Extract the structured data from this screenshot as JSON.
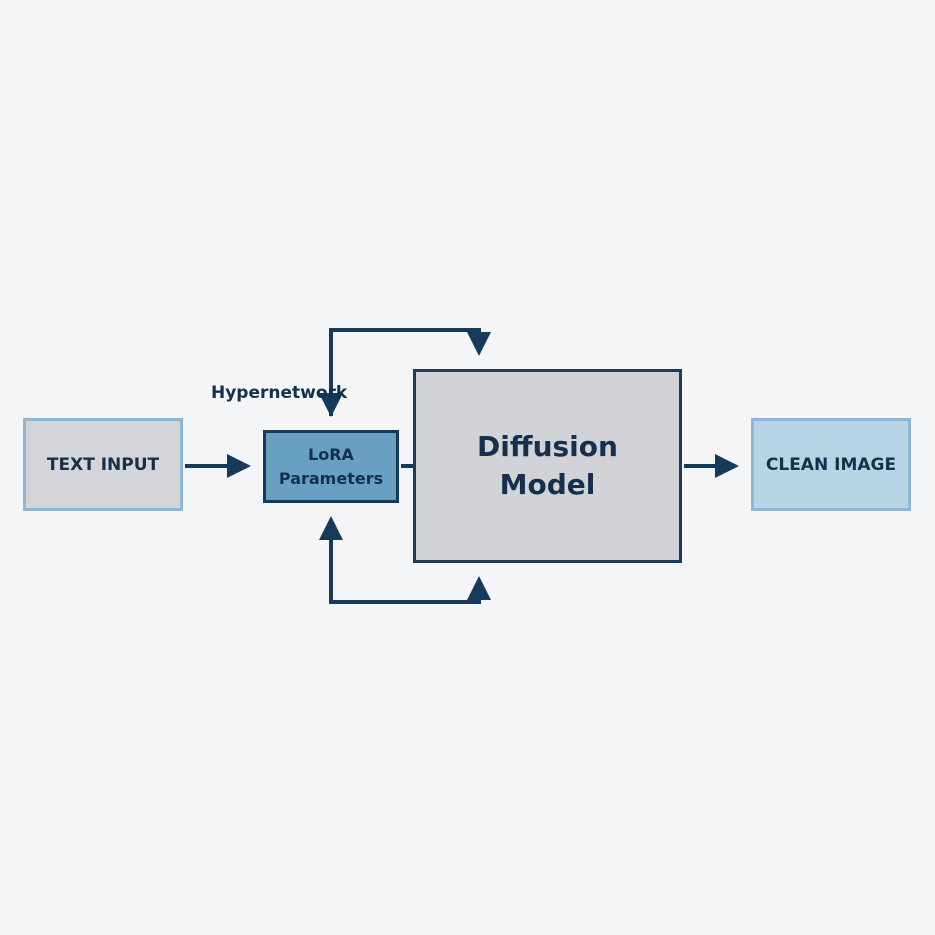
{
  "diagram": {
    "hypernetwork_label": "Hypernetwork",
    "text_input": "TEXT INPUT",
    "lora": {
      "line1": "LoRA",
      "line2": "Parameters"
    },
    "diffusion": {
      "line1": "Diffusion",
      "line2": "Model"
    },
    "clean_image": "CLEAN IMAGE"
  },
  "colors": {
    "background": "#f4f5f6",
    "text": "#14304d",
    "arrow": "#173a5b",
    "lora_fill": "#6a9fc4",
    "gray_fill": "#d3d5d8",
    "clean_fill": "#b7d3e6",
    "light_border": "#8fb6d6"
  }
}
